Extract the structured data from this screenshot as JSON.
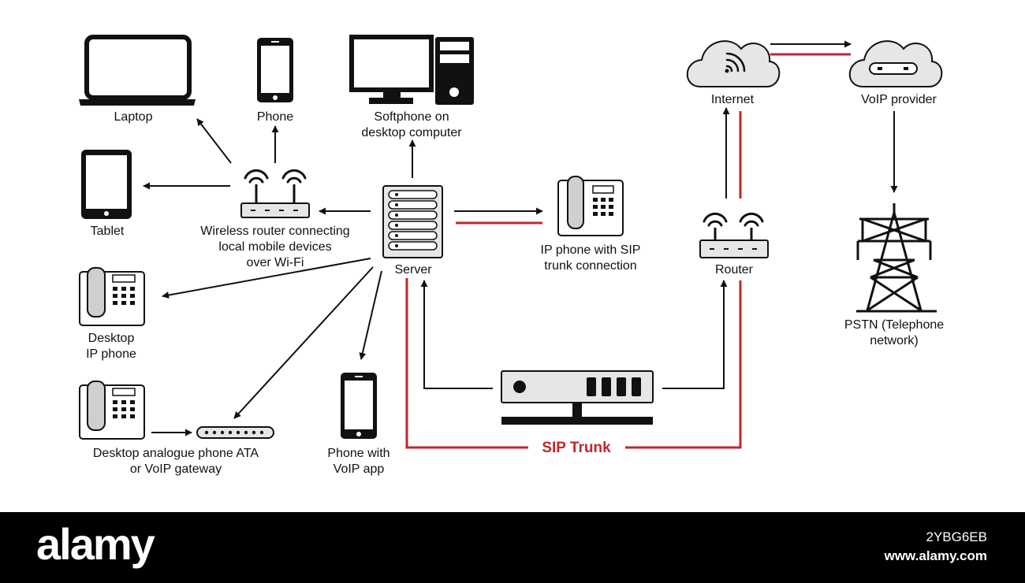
{
  "colors": {
    "line": "#111111",
    "sip": "#c1272d",
    "device_fill": "#e6e6e6",
    "footer": "#000000"
  },
  "nodes": {
    "laptop": {
      "label": "Laptop",
      "icon": "laptop-icon"
    },
    "phone": {
      "label": "Phone",
      "icon": "smartphone-icon"
    },
    "softphone": {
      "label_line1": "Softphone on",
      "label_line2": "desktop computer",
      "icon": "desktop-computer-icon"
    },
    "tablet": {
      "label": "Tablet",
      "icon": "tablet-icon"
    },
    "wireless_router": {
      "label_line1": "Wireless router connecting",
      "label_line2": "local mobile devices",
      "label_line3": "over Wi-Fi",
      "icon": "wireless-router-icon"
    },
    "server": {
      "label": "Server",
      "icon": "server-icon"
    },
    "ip_phone_sip": {
      "label_line1": "IP phone with SIP",
      "label_line2": "trunk connection",
      "icon": "desk-phone-icon"
    },
    "desktop_ip_phone": {
      "label_line1": "Desktop",
      "label_line2": "IP phone",
      "icon": "desk-phone-icon"
    },
    "ata": {
      "label_line1": "Desktop analogue phone ATA",
      "label_line2": "or VoIP gateway",
      "icon": "desk-phone-icon"
    },
    "voip_app_phone": {
      "label_line1": "Phone with",
      "label_line2": "VoIP app",
      "icon": "smartphone-icon"
    },
    "internet": {
      "label": "Internet",
      "icon": "cloud-wifi-icon"
    },
    "voip_provider": {
      "label": "VoIP provider",
      "icon": "cloud-device-icon"
    },
    "router": {
      "label": "Router",
      "icon": "router-icon"
    },
    "pstn": {
      "label_line1": "PSTN (Telephone",
      "label_line2": "network)",
      "icon": "transmission-tower-icon"
    },
    "gateway_device": {
      "icon": "network-switch-icon"
    }
  },
  "sip_trunk": {
    "label": "SIP Trunk"
  },
  "footer": {
    "brand": "alamy",
    "image_id": "2YBG6EB",
    "site": "www.alamy.com"
  }
}
